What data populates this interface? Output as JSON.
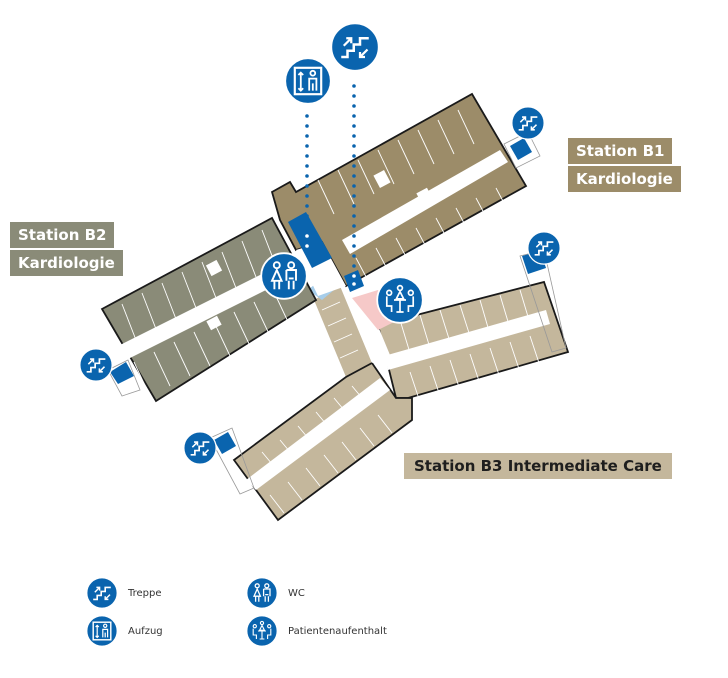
{
  "map": {
    "title": "Etage B – Kardiologie / Intermediate Care",
    "colors": {
      "b1": "#9c8c69",
      "b2": "#8a8b78",
      "b3": "#c4b79c",
      "icon_blue": "#0a64ae",
      "wc_area": "#a6cdea",
      "lounge_area": "#f6c9c8",
      "room_line": "#ffffff",
      "outline": "#1a1a1a"
    },
    "stations": [
      {
        "id": "b2",
        "line1": "Station B2",
        "line2": "Kardiologie"
      },
      {
        "id": "b1",
        "line1": "Station B1",
        "line2": "Kardiologie"
      },
      {
        "id": "b3",
        "line1": "Station B3 Intermediate Care",
        "line2": ""
      }
    ],
    "markers": [
      {
        "type": "aufzug",
        "icon": "elevator-icon"
      },
      {
        "type": "treppe",
        "icon": "stairs-icon"
      },
      {
        "type": "wc",
        "icon": "wc-icon"
      },
      {
        "type": "patientenaufenthalt",
        "icon": "lounge-icon"
      }
    ]
  },
  "legend": {
    "items": [
      {
        "icon": "stairs-icon",
        "label": "Treppe"
      },
      {
        "icon": "elevator-icon",
        "label": "Aufzug"
      },
      {
        "icon": "wc-icon",
        "label": "WC"
      },
      {
        "icon": "lounge-icon",
        "label": "Patientenaufenthalt"
      }
    ]
  }
}
